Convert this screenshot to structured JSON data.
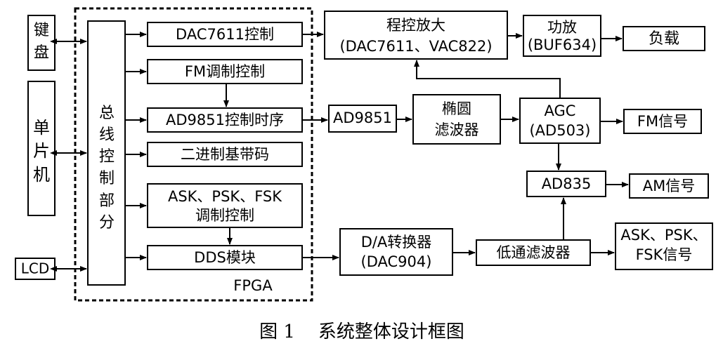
{
  "diagram": {
    "left": {
      "keyboard": [
        "键",
        "盘"
      ],
      "mcu": [
        "单",
        "片",
        "机"
      ],
      "lcd": "LCD"
    },
    "bus_control": [
      "总",
      "线",
      "控",
      "制",
      "部",
      "分"
    ],
    "fpga_label": "FPGA",
    "fpga_blocks": {
      "dac_ctrl": "DAC7611控制",
      "fm_ctrl": "FM调制控制",
      "ad9851_timing": "AD9851控制时序",
      "binary_code": "二进制基带码",
      "ask_psk_fsk_1": "ASK、PSK、FSK",
      "ask_psk_fsk_2": "调制控制",
      "dds": "DDS模块"
    },
    "right": {
      "prog_amp_1": "程控放大",
      "prog_amp_2": "(DAC7611、VAC822)",
      "power_amp_1": "功放",
      "power_amp_2": "(BUF634)",
      "load": "负载",
      "ad9851": "AD9851",
      "ellip_1": "椭圆",
      "ellip_2": "滤波器",
      "agc_1": "AGC",
      "agc_2": "(AD503)",
      "fm_signal": "FM信号",
      "ad835": "AD835",
      "am_signal": "AM信号",
      "da_1": "D/A转换器",
      "da_2": "(DAC904)",
      "lowpass": "低通滤波器",
      "ask_out_1": "ASK、PSK、",
      "ask_out_2": "FSK信号"
    },
    "caption": "图 1    系统整体设计框图"
  }
}
